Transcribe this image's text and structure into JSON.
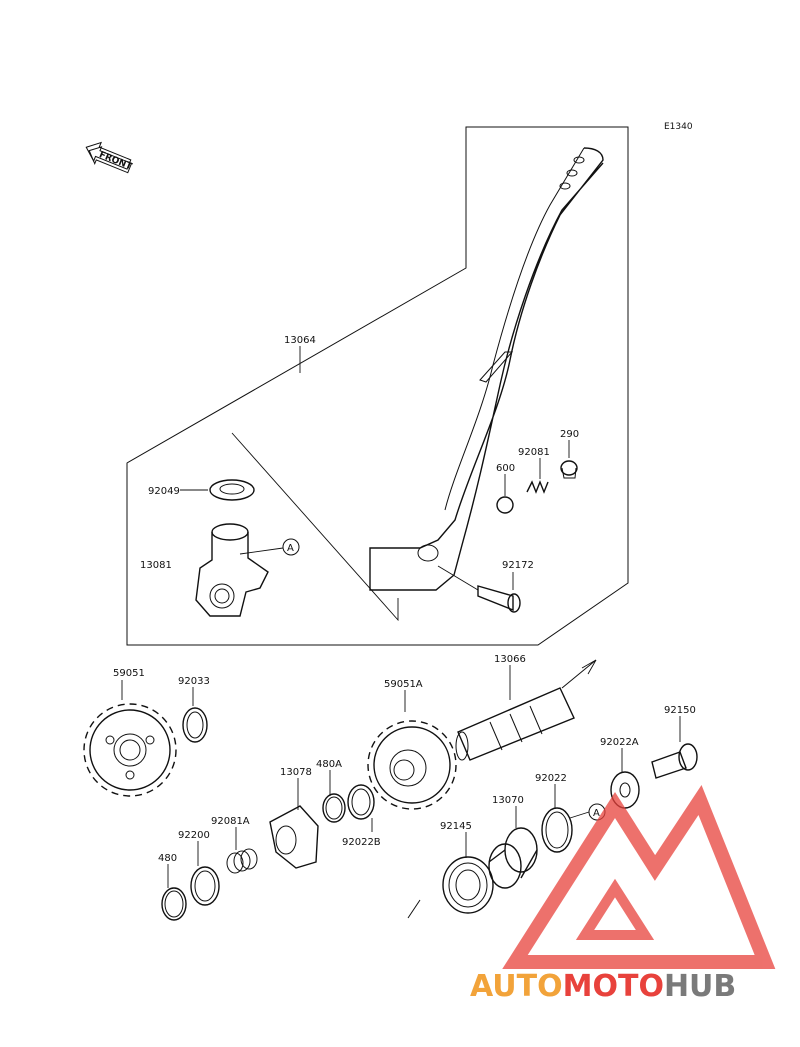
{
  "diagram": {
    "code": "E1340",
    "front_label": "FRONT",
    "callout_letter": "A",
    "callout_letter_2": "A",
    "parts": {
      "p13064": "13064",
      "p92049": "92049",
      "p13081": "13081",
      "p290": "290",
      "p92081": "92081",
      "p600": "600",
      "p92172": "92172",
      "p59051": "59051",
      "p92033": "92033",
      "p13066": "13066",
      "p59051A": "59051A",
      "p92150": "92150",
      "p92022A": "92022A",
      "p13078": "13078",
      "p480A": "480A",
      "p92022": "92022",
      "p13070": "13070",
      "p92081A": "92081A",
      "p92200": "92200",
      "p92022B": "92022B",
      "p92145": "92145",
      "p480": "480"
    }
  },
  "watermark": {
    "part_1": "AUTO",
    "part_2": "MOTO",
    "part_3": "HUB",
    "color_1": "#f2a33a",
    "color_2": "#e8423c",
    "color_3": "#7a7a7a"
  }
}
